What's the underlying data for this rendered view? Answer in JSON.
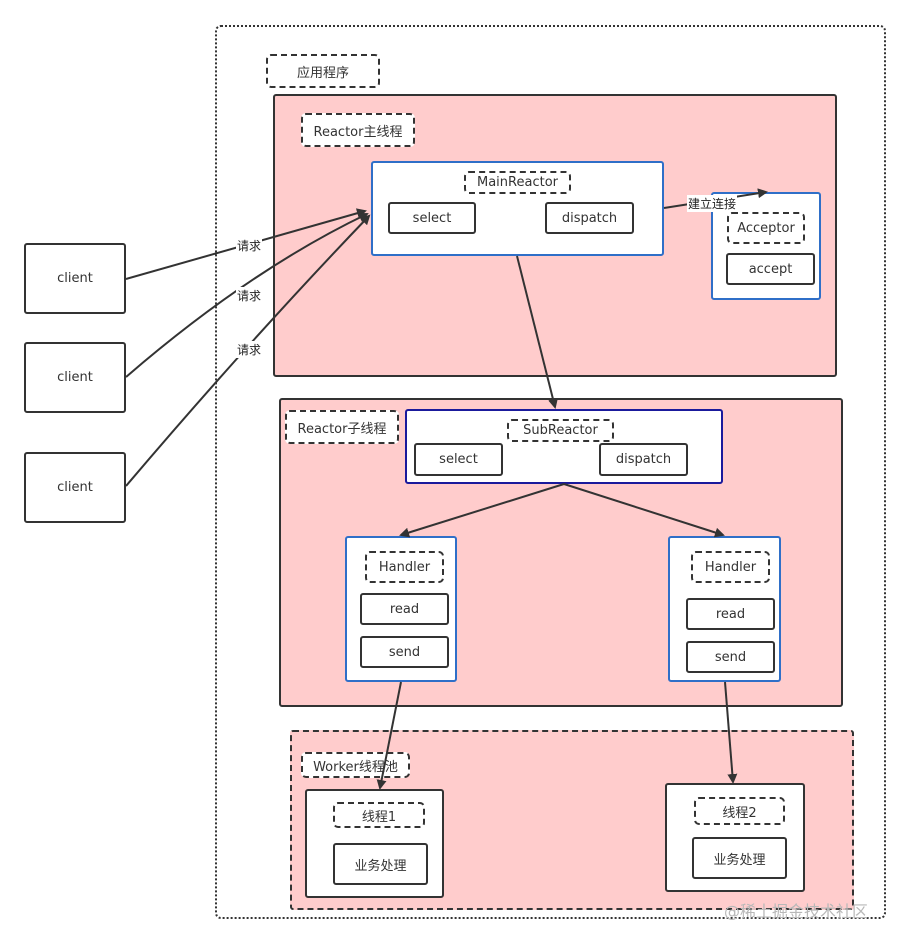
{
  "app": {
    "label": "应用程序"
  },
  "main_thread": {
    "label": "Reactor主线程",
    "reactor": {
      "label": "MainReactor",
      "select": "select",
      "dispatch": "dispatch"
    },
    "acceptor": {
      "label": "Acceptor",
      "accept": "accept"
    },
    "connect_label": "建立连接"
  },
  "clients": [
    {
      "label": "client"
    },
    {
      "label": "client"
    },
    {
      "label": "client"
    }
  ],
  "request_labels": [
    "请求",
    "请求",
    "请求"
  ],
  "sub_thread": {
    "label": "Reactor子线程",
    "reactor": {
      "label": "SubReactor",
      "select": "select",
      "dispatch": "dispatch"
    },
    "handlers": [
      {
        "label": "Handler",
        "read": "read",
        "send": "send"
      },
      {
        "label": "Handler",
        "read": "read",
        "send": "send"
      }
    ]
  },
  "worker_pool": {
    "label": "Worker线程池",
    "threads": [
      {
        "label": "线程1",
        "task": "业务处理"
      },
      {
        "label": "线程2",
        "task": "业务处理"
      }
    ]
  },
  "watermark": "@稀土掘金技术社区",
  "colors": {
    "region_fill": "#ffcccc",
    "blue_border": "#2f6fc8",
    "navy_border": "#1a1a9c",
    "stroke": "#333333"
  }
}
